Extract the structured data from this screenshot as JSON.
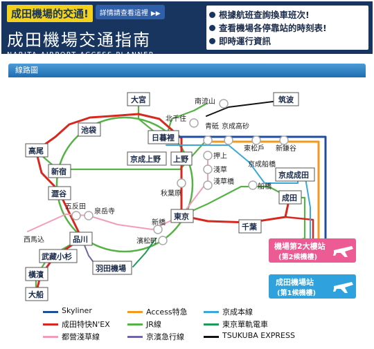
{
  "banner": {
    "tagline": "成田機場的交通!",
    "details_button": "詳情請查看這裡",
    "title": "成田機場交通指南",
    "subtitle": "NARITA AIRPORT ACCESS PLANNER",
    "features": [
      "根據航班查詢換車班次!",
      "查看機場各停靠站的時刻表!",
      "即時運行資訊"
    ]
  },
  "section": {
    "title": "線路圖"
  },
  "map": {
    "boxed_stations": {
      "omiya": "大宮",
      "tsukuba": "筑波",
      "ikebukuro": "池袋",
      "nippori": "日暮裡",
      "takao": "高尾",
      "keisei_ueno": "京成上野",
      "ueno": "上野",
      "shinjuku": "新宿",
      "shibuya": "澀谷",
      "keisei_narita": "京成成田",
      "narita": "成田",
      "tokyo": "東京",
      "chiba": "千葉",
      "shinagawa": "品川",
      "musashi_kosugi": "武藏小杉",
      "yokohama": "橫濱",
      "haneda": "羽田機場",
      "ofuna": "大船"
    },
    "plain_stations": {
      "minami_nagareyama": "南流山",
      "kita_senju": "北千住",
      "aoto": "青砥",
      "keisei_takasago": "京成高砂",
      "oshiage": "押上",
      "higashi_matsudo": "東松戶",
      "shin_kamagaya": "新鎌谷",
      "asakusa": "淺草",
      "keisei_funabashi": "京成船橋",
      "asakusabashi": "淺草橋",
      "funabashi": "船橋",
      "akihabara": "秋葉原",
      "gotanda": "五反田",
      "sengakuji": "泉岳寺",
      "shinbashi": "新橋",
      "nishi_magome": "西馬込",
      "hamamatsucho": "濱松町"
    },
    "airport_terminals": {
      "t2_name": "機場第2大樓站",
      "t2_alt": "(第2候機樓)",
      "t1_name": "成田機場站",
      "t1_alt": "(第1候機樓)"
    }
  },
  "legend": [
    {
      "label": "Skyliner",
      "color": "#1f4e9d"
    },
    {
      "label": "Access特急",
      "color": "#f39a1e"
    },
    {
      "label": "京成本線",
      "color": "#3aa7d8"
    },
    {
      "label": "成田特快N'EX",
      "color": "#d6281f"
    },
    {
      "label": "JR線",
      "color": "#56b146"
    },
    {
      "label": "東京單軌電車",
      "color": "#1e9a56"
    },
    {
      "label": "都營淺草線",
      "color": "#f29db7"
    },
    {
      "label": "京濱急行線",
      "color": "#6f64a8"
    },
    {
      "label": "TSUKUBA EXPRESS",
      "color": "#111111"
    }
  ],
  "colors": {
    "banner_bg": "#17355f",
    "tagline_bg": "#f4d21b",
    "terminal2_bg": "#ec5b94",
    "terminal1_bg": "#2fa2dd",
    "jr_yamanote": "#56b146"
  }
}
